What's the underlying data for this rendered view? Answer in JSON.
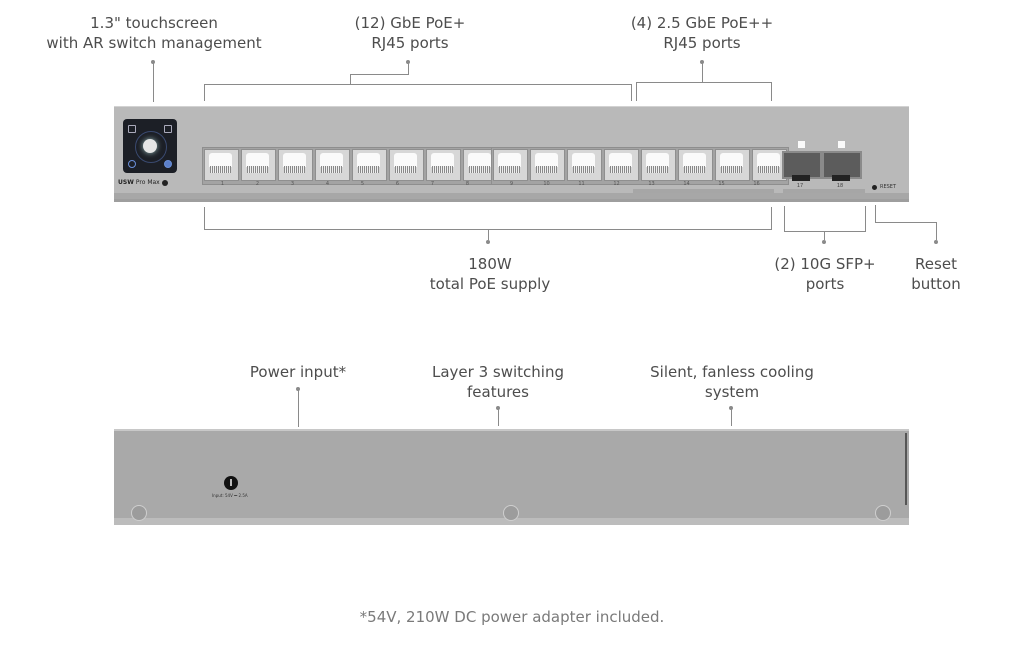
{
  "front_callouts": {
    "touchscreen": [
      "1.3\" touchscreen",
      "with AR switch management"
    ],
    "gbe_ports": [
      "(12) GbE PoE+",
      "RJ45 ports"
    ],
    "poe_plus_plus_ports": [
      "(4) 2.5 GbE PoE++",
      "RJ45 ports"
    ],
    "poe_supply": [
      "180W",
      "total PoE supply"
    ],
    "sfp_ports": [
      "(2) 10G SFP+",
      "ports"
    ],
    "reset": [
      "Reset",
      "button"
    ]
  },
  "front_device": {
    "model_brand": "USW",
    "model_name": "Pro Max",
    "port_numbers": [
      "1",
      "2",
      "3",
      "4",
      "5",
      "6",
      "7",
      "8",
      "9",
      "10",
      "11",
      "12",
      "13",
      "14",
      "15",
      "16"
    ],
    "sfp_numbers": [
      "17",
      "18"
    ],
    "reset_label": "RESET"
  },
  "back_callouts": {
    "power_input": [
      "Power input*"
    ],
    "layer3": [
      "Layer 3 switching",
      "features"
    ],
    "cooling": [
      "Silent, fanless cooling",
      "system"
    ]
  },
  "back_device": {
    "power_label": "Input: 54V ⎓ 2.5A"
  },
  "footnote": "*54V, 210W DC power adapter included.",
  "colors": {
    "chassis_front": "#b9b9b9",
    "chassis_back": "#a9a9a9",
    "leader": "#8a8a8a"
  }
}
